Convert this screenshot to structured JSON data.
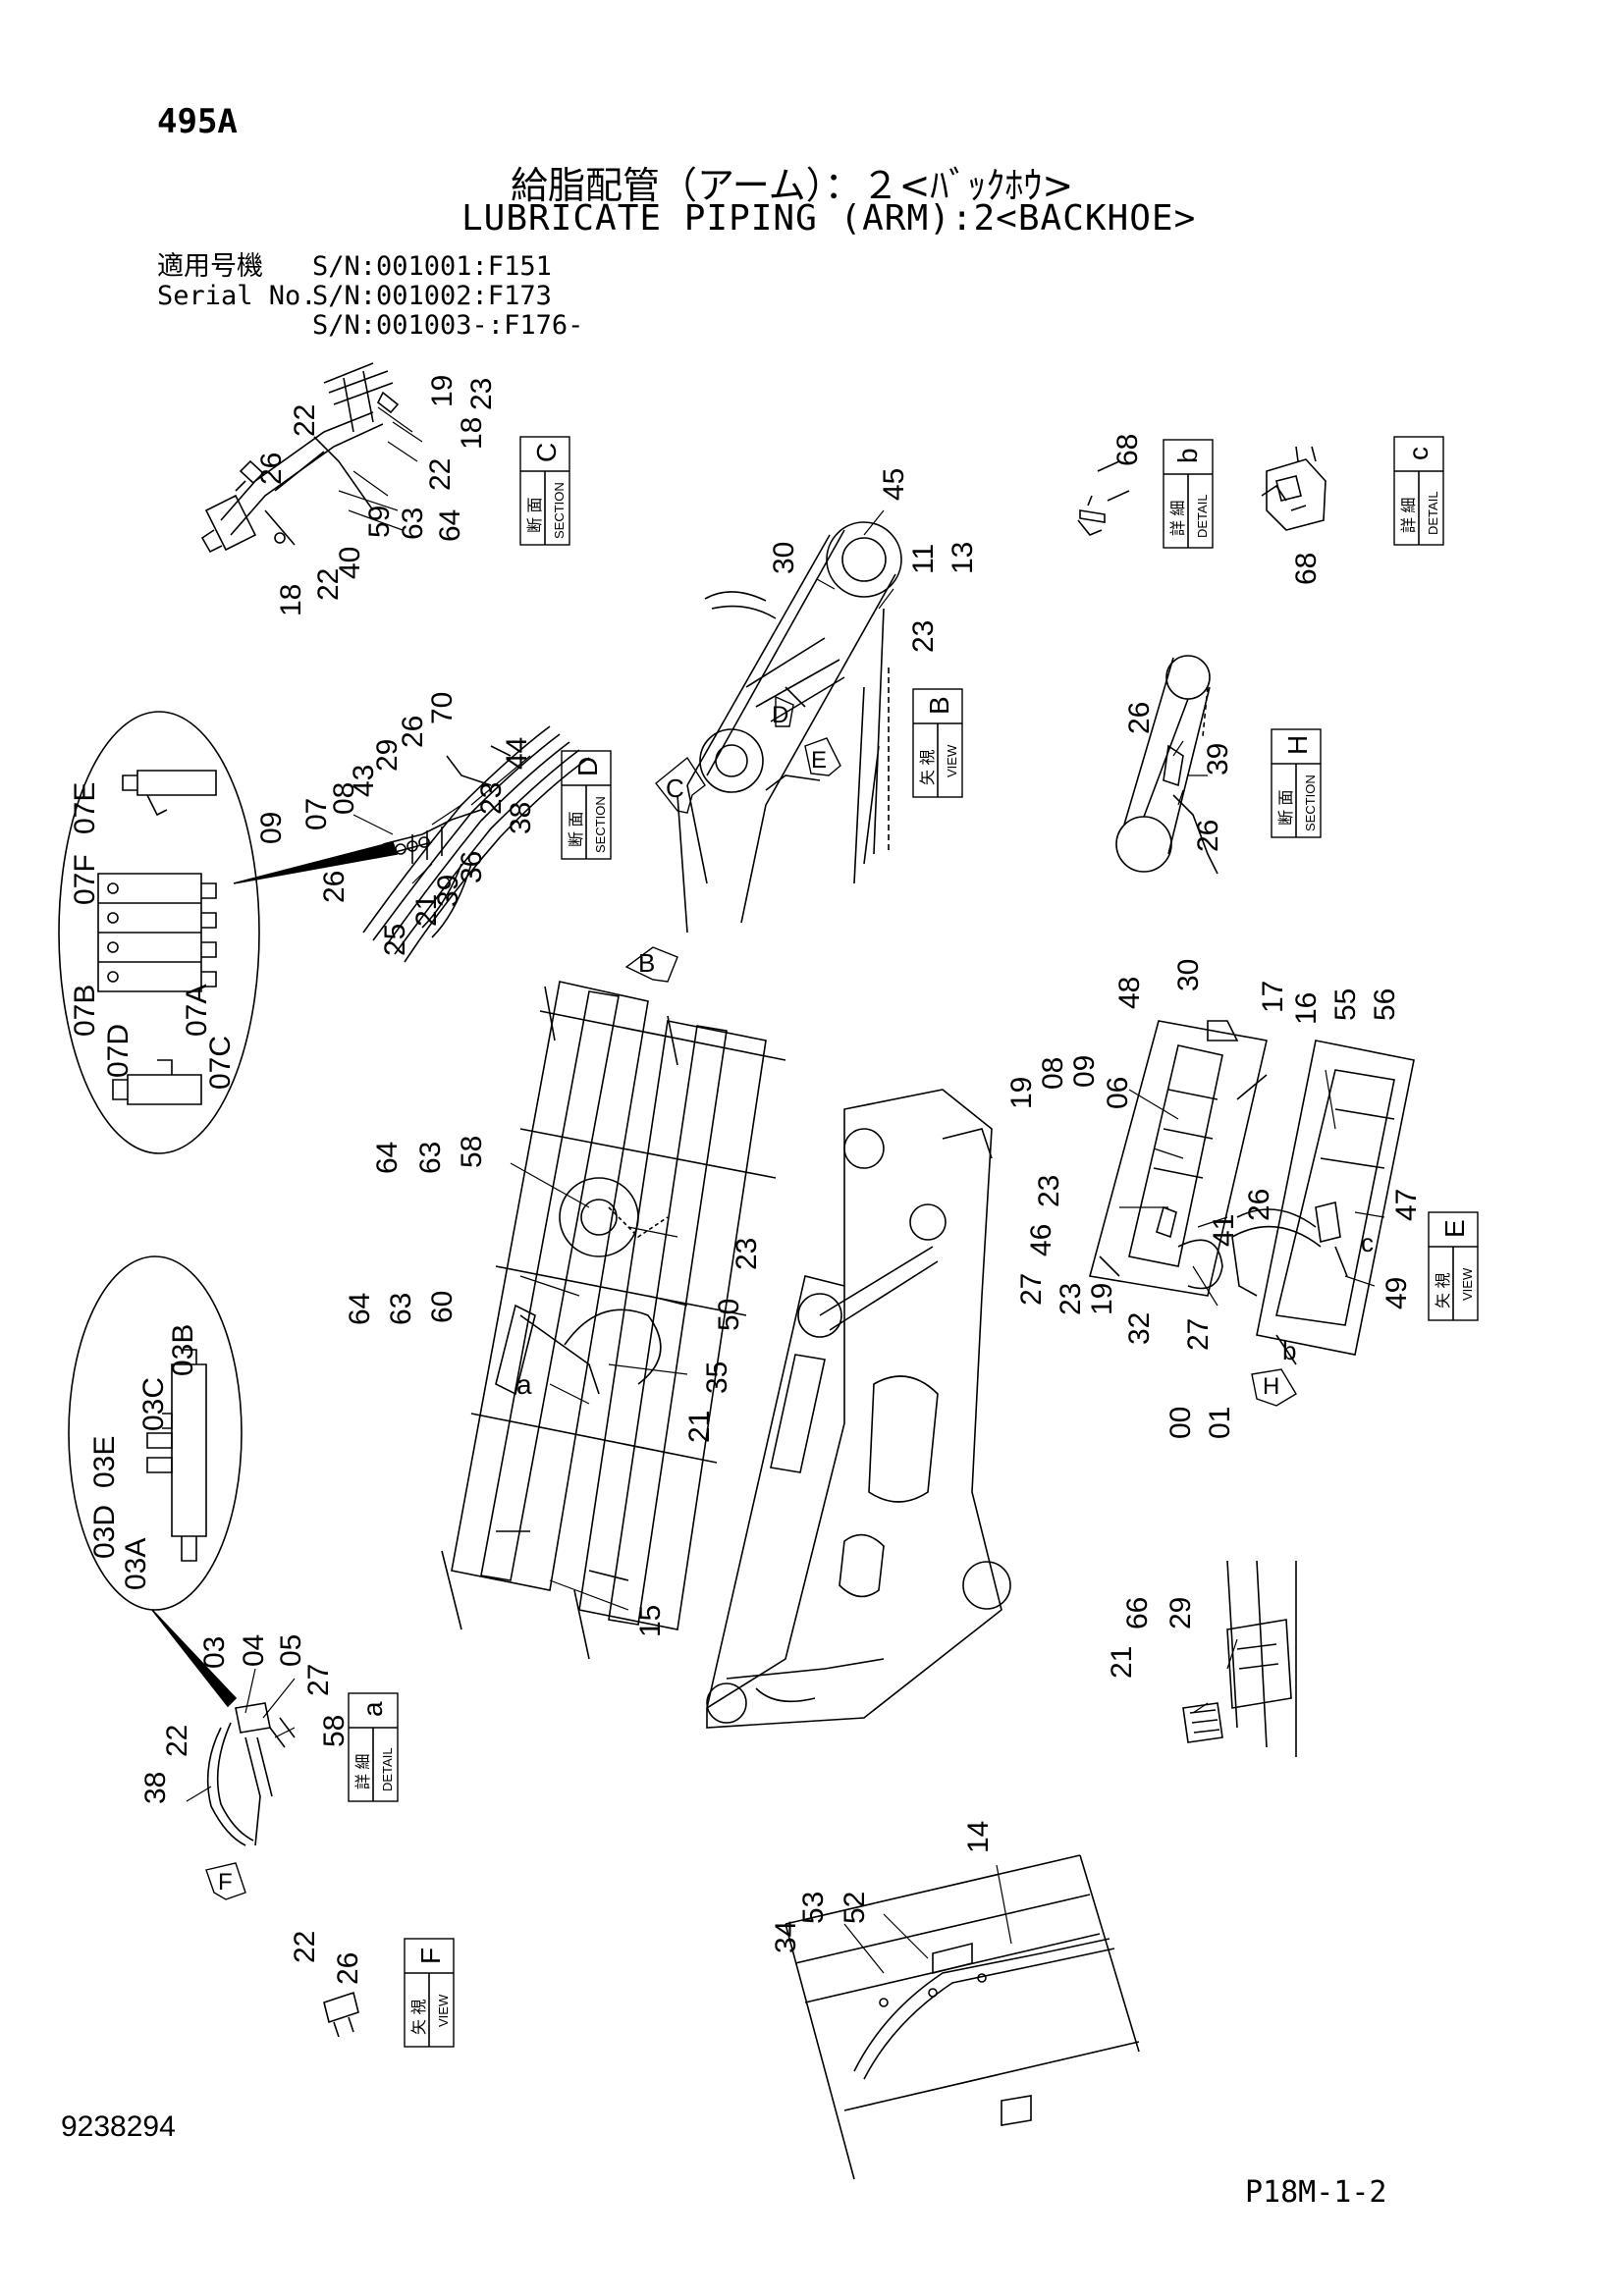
{
  "header": {
    "code": "495A",
    "title_jp": "給脂配管（アーム）：２<ﾊﾞｯｸﾎｳ>",
    "title_en": "LUBRICATE PIPING (ARM):2<BACKHOE>",
    "applicable_label_jp": "適用号機",
    "applicable_label_en": "Serial No.",
    "serial_numbers": [
      "S/N:001001:F151",
      "S/N:001002:F173",
      "S/N:001003-:F176-"
    ]
  },
  "footer": {
    "drawing_number": "9238294",
    "page_ref": "P18M-1-2"
  },
  "boxes": [
    {
      "id": "section-c",
      "kanji": "断 面",
      "word": "SECTION",
      "letter": "C"
    },
    {
      "id": "detail-b",
      "kanji": "詳 細",
      "word": "DETAIL",
      "letter": "b"
    },
    {
      "id": "detail-c",
      "kanji": "詳 細",
      "word": "DETAIL",
      "letter": "c"
    },
    {
      "id": "section-d",
      "kanji": "断 面",
      "word": "SECTION",
      "letter": "D"
    },
    {
      "id": "view-b",
      "kanji": "矢 視",
      "word": "VIEW",
      "letter": "B"
    },
    {
      "id": "section-h",
      "kanji": "断 面",
      "word": "SECTION",
      "letter": "H"
    },
    {
      "id": "view-e",
      "kanji": "矢 視",
      "word": "VIEW",
      "letter": "E"
    },
    {
      "id": "detail-a",
      "kanji": "詳 細",
      "word": "DETAIL",
      "letter": "a"
    },
    {
      "id": "view-f",
      "kanji": "矢 視",
      "word": "VIEW",
      "letter": "F"
    }
  ],
  "view_arrows": [
    "C",
    "D",
    "E",
    "B",
    "H",
    "F"
  ],
  "detail_markers": [
    "a",
    "b",
    "c"
  ],
  "callouts": {
    "section_c": [
      "22",
      "19",
      "23",
      "18",
      "22",
      "26",
      "59",
      "63",
      "64",
      "40",
      "22",
      "18"
    ],
    "detail_b": [
      "68"
    ],
    "detail_c": [
      "68"
    ],
    "view_b": [
      "45",
      "30",
      "11",
      "13",
      "23"
    ],
    "section_h": [
      "26",
      "39",
      "26"
    ],
    "section_d": [
      "70",
      "26",
      "29",
      "43",
      "08",
      "09",
      "07",
      "44",
      "23",
      "38",
      "36",
      "39",
      "26",
      "21",
      "25"
    ],
    "valve_block_07": [
      "07F",
      "07E",
      "07B",
      "07A",
      "07D",
      "07C"
    ],
    "arm_top_view": [
      "64",
      "63",
      "58",
      "23",
      "64",
      "63",
      "60",
      "50",
      "35",
      "21",
      "15"
    ],
    "view_e_left": [
      "48",
      "30",
      "19",
      "08",
      "09",
      "06",
      "23",
      "46",
      "27",
      "23",
      "19",
      "32",
      "41",
      "27",
      "00",
      "01",
      "17"
    ],
    "view_e_right": [
      "16",
      "55",
      "56",
      "26",
      "47",
      "49"
    ],
    "cylinder_03": [
      "03B",
      "03D",
      "03E",
      "03C",
      "03A"
    ],
    "detail_a": [
      "03",
      "04",
      "05",
      "27",
      "22",
      "58",
      "38"
    ],
    "view_29": [
      "21",
      "66",
      "29"
    ],
    "view_f": [
      "22",
      "26"
    ],
    "bottom_arm": [
      "34",
      "53",
      "52",
      "14"
    ]
  }
}
